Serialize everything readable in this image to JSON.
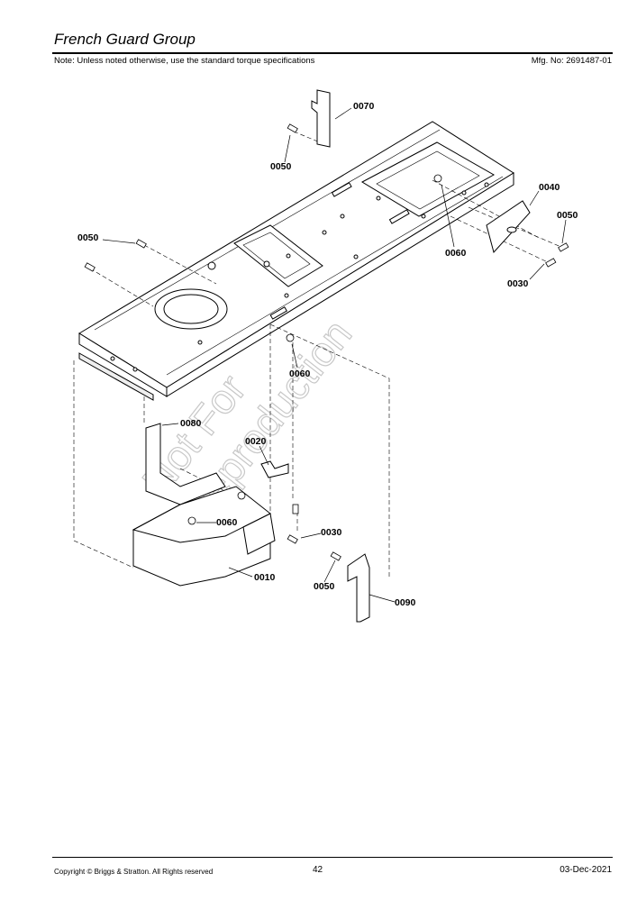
{
  "header": {
    "title": "French Guard Group",
    "note": "Note: Unless noted otherwise, use the standard torque specifications",
    "mfg": "Mfg. No: 2691487-01"
  },
  "watermark": {
    "line1": "Not For",
    "line2": "Reproduction"
  },
  "callouts": {
    "c0070": "0070",
    "c0050_top": "0050",
    "c0040": "0040",
    "c0050_right": "0050",
    "c0060_right": "0060",
    "c0030_right": "0030",
    "c0050_left": "0050",
    "c0060_mid": "0060",
    "c0080": "0080",
    "c0020": "0020",
    "c0060_low": "0060",
    "c0030_low": "0030",
    "c0010": "0010",
    "c0050_low": "0050",
    "c0090": "0090"
  },
  "footer": {
    "copyright": "Copyright ©  Briggs & Stratton. All Rights reserved",
    "page": "42",
    "date": "03-Dec-2021"
  }
}
